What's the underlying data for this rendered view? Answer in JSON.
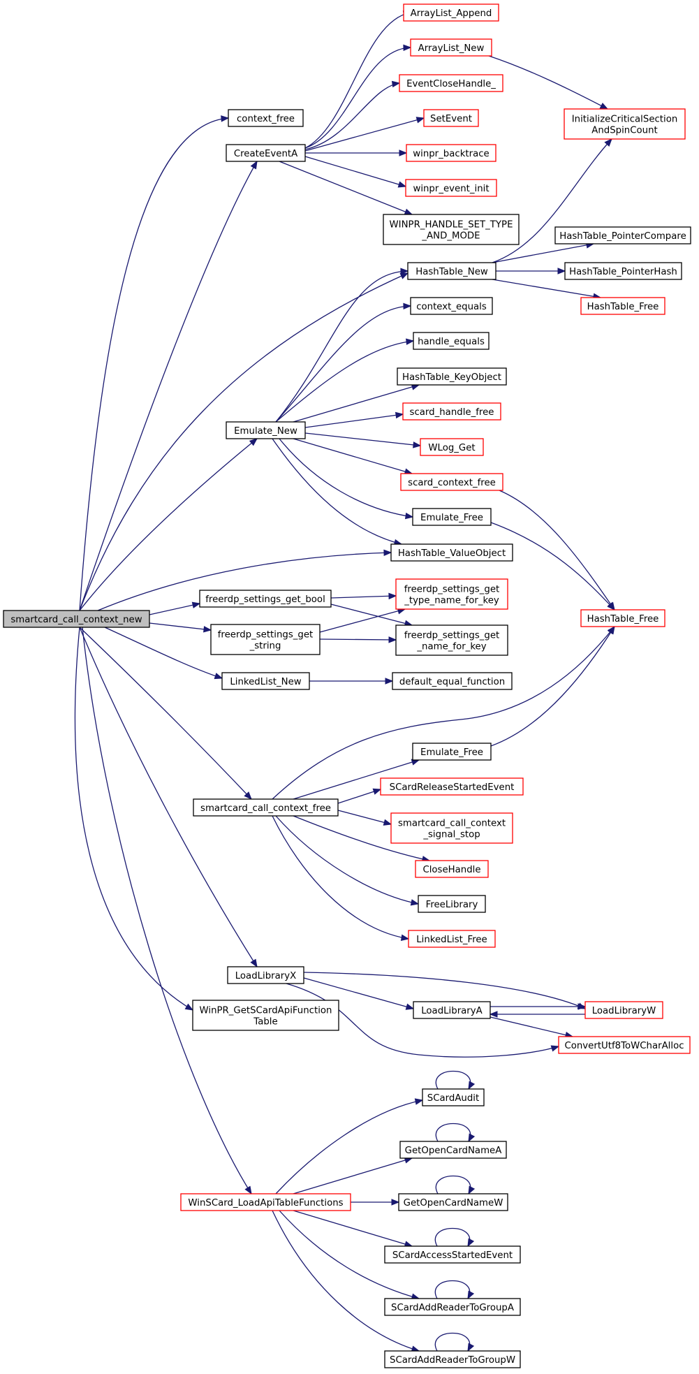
{
  "colors": {
    "edge": "#191970",
    "node_border_normal": "#000000",
    "node_border_external": "#ff0000",
    "node_fill": "#ffffff",
    "root_fill": "#bfbfbf"
  },
  "nodes": [
    {
      "id": "root",
      "lines": [
        "smartcard_call_context_new"
      ],
      "kind": "root"
    },
    {
      "id": "context_free",
      "lines": [
        "context_free"
      ],
      "kind": "normal"
    },
    {
      "id": "CreateEventA",
      "lines": [
        "CreateEventA"
      ],
      "kind": "normal"
    },
    {
      "id": "ArrayList_Append",
      "lines": [
        "ArrayList_Append"
      ],
      "kind": "external"
    },
    {
      "id": "ArrayList_New",
      "lines": [
        "ArrayList_New"
      ],
      "kind": "external"
    },
    {
      "id": "EventCloseHandle_",
      "lines": [
        "EventCloseHandle_"
      ],
      "kind": "external"
    },
    {
      "id": "SetEvent",
      "lines": [
        "SetEvent"
      ],
      "kind": "external"
    },
    {
      "id": "winpr_backtrace",
      "lines": [
        "winpr_backtrace"
      ],
      "kind": "external"
    },
    {
      "id": "winpr_event_init",
      "lines": [
        "winpr_event_init"
      ],
      "kind": "external"
    },
    {
      "id": "WINPR_HANDLE_SET",
      "lines": [
        "WINPR_HANDLE_SET_TYPE",
        "_AND_MODE"
      ],
      "kind": "normal"
    },
    {
      "id": "InitCS",
      "lines": [
        "InitializeCriticalSection",
        "AndSpinCount"
      ],
      "kind": "external"
    },
    {
      "id": "HashTable_New",
      "lines": [
        "HashTable_New"
      ],
      "kind": "normal"
    },
    {
      "id": "HT_PointerCompare",
      "lines": [
        "HashTable_PointerCompare"
      ],
      "kind": "normal"
    },
    {
      "id": "HT_PointerHash",
      "lines": [
        "HashTable_PointerHash"
      ],
      "kind": "normal"
    },
    {
      "id": "HT_Free_top",
      "lines": [
        "HashTable_Free"
      ],
      "kind": "external"
    },
    {
      "id": "context_equals",
      "lines": [
        "context_equals"
      ],
      "kind": "normal"
    },
    {
      "id": "handle_equals",
      "lines": [
        "handle_equals"
      ],
      "kind": "normal"
    },
    {
      "id": "HT_KeyObject",
      "lines": [
        "HashTable_KeyObject"
      ],
      "kind": "normal"
    },
    {
      "id": "Emulate_New",
      "lines": [
        "Emulate_New"
      ],
      "kind": "normal"
    },
    {
      "id": "scard_handle_free",
      "lines": [
        "scard_handle_free"
      ],
      "kind": "external"
    },
    {
      "id": "WLog_Get",
      "lines": [
        "WLog_Get"
      ],
      "kind": "external"
    },
    {
      "id": "scard_context_free",
      "lines": [
        "scard_context_free"
      ],
      "kind": "external"
    },
    {
      "id": "Emulate_Free_1",
      "lines": [
        "Emulate_Free"
      ],
      "kind": "normal"
    },
    {
      "id": "HT_ValueObject",
      "lines": [
        "HashTable_ValueObject"
      ],
      "kind": "normal"
    },
    {
      "id": "HT_Free_mid",
      "lines": [
        "HashTable_Free"
      ],
      "kind": "external"
    },
    {
      "id": "fs_get_bool",
      "lines": [
        "freerdp_settings_get_bool"
      ],
      "kind": "normal"
    },
    {
      "id": "fs_get_type_name",
      "lines": [
        "freerdp_settings_get",
        "_type_name_for_key"
      ],
      "kind": "external"
    },
    {
      "id": "fs_get_string",
      "lines": [
        "freerdp_settings_get",
        "_string"
      ],
      "kind": "normal"
    },
    {
      "id": "fs_get_name",
      "lines": [
        "freerdp_settings_get",
        "_name_for_key"
      ],
      "kind": "normal"
    },
    {
      "id": "LinkedList_New",
      "lines": [
        "LinkedList_New"
      ],
      "kind": "normal"
    },
    {
      "id": "default_equal",
      "lines": [
        "default_equal_function"
      ],
      "kind": "normal"
    },
    {
      "id": "Emulate_Free_2",
      "lines": [
        "Emulate_Free"
      ],
      "kind": "normal"
    },
    {
      "id": "sc_ctx_free",
      "lines": [
        "smartcard_call_context_free"
      ],
      "kind": "normal"
    },
    {
      "id": "SCardRelease",
      "lines": [
        "SCardReleaseStartedEvent"
      ],
      "kind": "external"
    },
    {
      "id": "sc_signal_stop",
      "lines": [
        "smartcard_call_context",
        "_signal_stop"
      ],
      "kind": "external"
    },
    {
      "id": "CloseHandle",
      "lines": [
        "CloseHandle"
      ],
      "kind": "external"
    },
    {
      "id": "FreeLibrary",
      "lines": [
        "FreeLibrary"
      ],
      "kind": "normal"
    },
    {
      "id": "LinkedList_Free",
      "lines": [
        "LinkedList_Free"
      ],
      "kind": "external"
    },
    {
      "id": "LoadLibraryX",
      "lines": [
        "LoadLibraryX"
      ],
      "kind": "normal"
    },
    {
      "id": "LoadLibraryA",
      "lines": [
        "LoadLibraryA"
      ],
      "kind": "normal"
    },
    {
      "id": "LoadLibraryW",
      "lines": [
        "LoadLibraryW"
      ],
      "kind": "external"
    },
    {
      "id": "ConvertUtf8",
      "lines": [
        "ConvertUtf8ToWCharAlloc"
      ],
      "kind": "external"
    },
    {
      "id": "WinPR_GetSCard",
      "lines": [
        "WinPR_GetSCardApiFunction",
        "Table"
      ],
      "kind": "normal"
    },
    {
      "id": "WinSCard_Load",
      "lines": [
        "WinSCard_LoadApiTableFunctions"
      ],
      "kind": "external"
    },
    {
      "id": "SCardAudit",
      "lines": [
        "SCardAudit"
      ],
      "kind": "normal"
    },
    {
      "id": "GetOpenCardNameA",
      "lines": [
        "GetOpenCardNameA"
      ],
      "kind": "normal"
    },
    {
      "id": "GetOpenCardNameW",
      "lines": [
        "GetOpenCardNameW"
      ],
      "kind": "normal"
    },
    {
      "id": "SCardAccess",
      "lines": [
        "SCardAccessStartedEvent"
      ],
      "kind": "normal"
    },
    {
      "id": "SCardAddReaderA",
      "lines": [
        "SCardAddReaderToGroupA"
      ],
      "kind": "normal"
    },
    {
      "id": "SCardAddReaderW",
      "lines": [
        "SCardAddReaderToGroupW"
      ],
      "kind": "normal"
    }
  ],
  "edges": [
    [
      "root",
      "context_free"
    ],
    [
      "root",
      "CreateEventA"
    ],
    [
      "root",
      "HashTable_New"
    ],
    [
      "root",
      "Emulate_New"
    ],
    [
      "root",
      "HT_ValueObject"
    ],
    [
      "root",
      "fs_get_bool"
    ],
    [
      "root",
      "fs_get_string"
    ],
    [
      "root",
      "LinkedList_New"
    ],
    [
      "root",
      "sc_ctx_free"
    ],
    [
      "root",
      "LoadLibraryX"
    ],
    [
      "root",
      "WinPR_GetSCard"
    ],
    [
      "root",
      "WinSCard_Load"
    ],
    [
      "CreateEventA",
      "ArrayList_Append"
    ],
    [
      "CreateEventA",
      "ArrayList_New"
    ],
    [
      "CreateEventA",
      "EventCloseHandle_"
    ],
    [
      "CreateEventA",
      "SetEvent"
    ],
    [
      "CreateEventA",
      "winpr_backtrace"
    ],
    [
      "CreateEventA",
      "winpr_event_init"
    ],
    [
      "CreateEventA",
      "WINPR_HANDLE_SET"
    ],
    [
      "ArrayList_New",
      "InitCS"
    ],
    [
      "HashTable_New",
      "InitCS"
    ],
    [
      "HashTable_New",
      "HT_PointerCompare"
    ],
    [
      "HashTable_New",
      "HT_PointerHash"
    ],
    [
      "HashTable_New",
      "HT_Free_top"
    ],
    [
      "Emulate_New",
      "HashTable_New"
    ],
    [
      "Emulate_New",
      "context_equals"
    ],
    [
      "Emulate_New",
      "handle_equals"
    ],
    [
      "Emulate_New",
      "HT_KeyObject"
    ],
    [
      "Emulate_New",
      "scard_handle_free"
    ],
    [
      "Emulate_New",
      "WLog_Get"
    ],
    [
      "Emulate_New",
      "scard_context_free"
    ],
    [
      "Emulate_New",
      "Emulate_Free_1"
    ],
    [
      "Emulate_New",
      "HT_ValueObject"
    ],
    [
      "scard_context_free",
      "HT_Free_mid"
    ],
    [
      "Emulate_Free_1",
      "HT_Free_mid"
    ],
    [
      "fs_get_bool",
      "fs_get_type_name"
    ],
    [
      "fs_get_bool",
      "fs_get_name"
    ],
    [
      "fs_get_string",
      "fs_get_type_name"
    ],
    [
      "fs_get_string",
      "fs_get_name"
    ],
    [
      "LinkedList_New",
      "default_equal"
    ],
    [
      "sc_ctx_free",
      "HT_Free_mid"
    ],
    [
      "sc_ctx_free",
      "Emulate_Free_2"
    ],
    [
      "sc_ctx_free",
      "SCardRelease"
    ],
    [
      "sc_ctx_free",
      "sc_signal_stop"
    ],
    [
      "sc_ctx_free",
      "CloseHandle"
    ],
    [
      "sc_ctx_free",
      "FreeLibrary"
    ],
    [
      "sc_ctx_free",
      "LinkedList_Free"
    ],
    [
      "Emulate_Free_2",
      "HT_Free_mid"
    ],
    [
      "LoadLibraryX",
      "LoadLibraryW"
    ],
    [
      "LoadLibraryX",
      "LoadLibraryA"
    ],
    [
      "LoadLibraryX",
      "ConvertUtf8"
    ],
    [
      "LoadLibraryA",
      "LoadLibraryW"
    ],
    [
      "LoadLibraryW",
      "LoadLibraryA"
    ],
    [
      "LoadLibraryA",
      "ConvertUtf8"
    ],
    [
      "WinSCard_Load",
      "SCardAudit"
    ],
    [
      "WinSCard_Load",
      "GetOpenCardNameA"
    ],
    [
      "WinSCard_Load",
      "GetOpenCardNameW"
    ],
    [
      "WinSCard_Load",
      "SCardAccess"
    ],
    [
      "WinSCard_Load",
      "SCardAddReaderA"
    ],
    [
      "WinSCard_Load",
      "SCardAddReaderW"
    ],
    [
      "SCardAudit",
      "SCardAudit"
    ],
    [
      "GetOpenCardNameA",
      "GetOpenCardNameA"
    ],
    [
      "GetOpenCardNameW",
      "GetOpenCardNameW"
    ],
    [
      "SCardAccess",
      "SCardAccess"
    ],
    [
      "SCardAddReaderA",
      "SCardAddReaderA"
    ],
    [
      "SCardAddReaderW",
      "SCardAddReaderW"
    ]
  ]
}
